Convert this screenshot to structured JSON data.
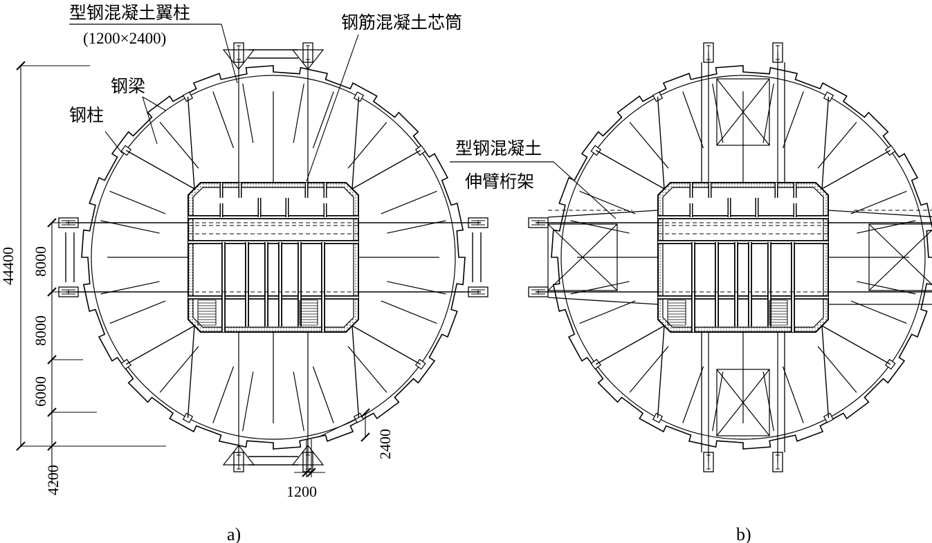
{
  "figure_a": {
    "label_src_column_name": "型钢混凝土翼柱",
    "label_src_column_size": "(1200×2400)",
    "label_core": "钢筋混凝土芯筒",
    "label_steel_beam": "钢梁",
    "label_steel_column": "钢柱",
    "dim_total": "44400",
    "dim_1": "8000",
    "dim_2": "8000",
    "dim_3": "6000",
    "dim_4": "4200",
    "dim_col_depth": "2400",
    "dim_col_width": "1200",
    "caption": "a)"
  },
  "figure_b": {
    "label_outrigger_line1": "型钢混凝土",
    "label_outrigger_line2": "伸臂桁架",
    "caption": "b)"
  },
  "colors": {
    "line": "#000000",
    "background": "#ffffff",
    "core_hatch": "#555555"
  }
}
